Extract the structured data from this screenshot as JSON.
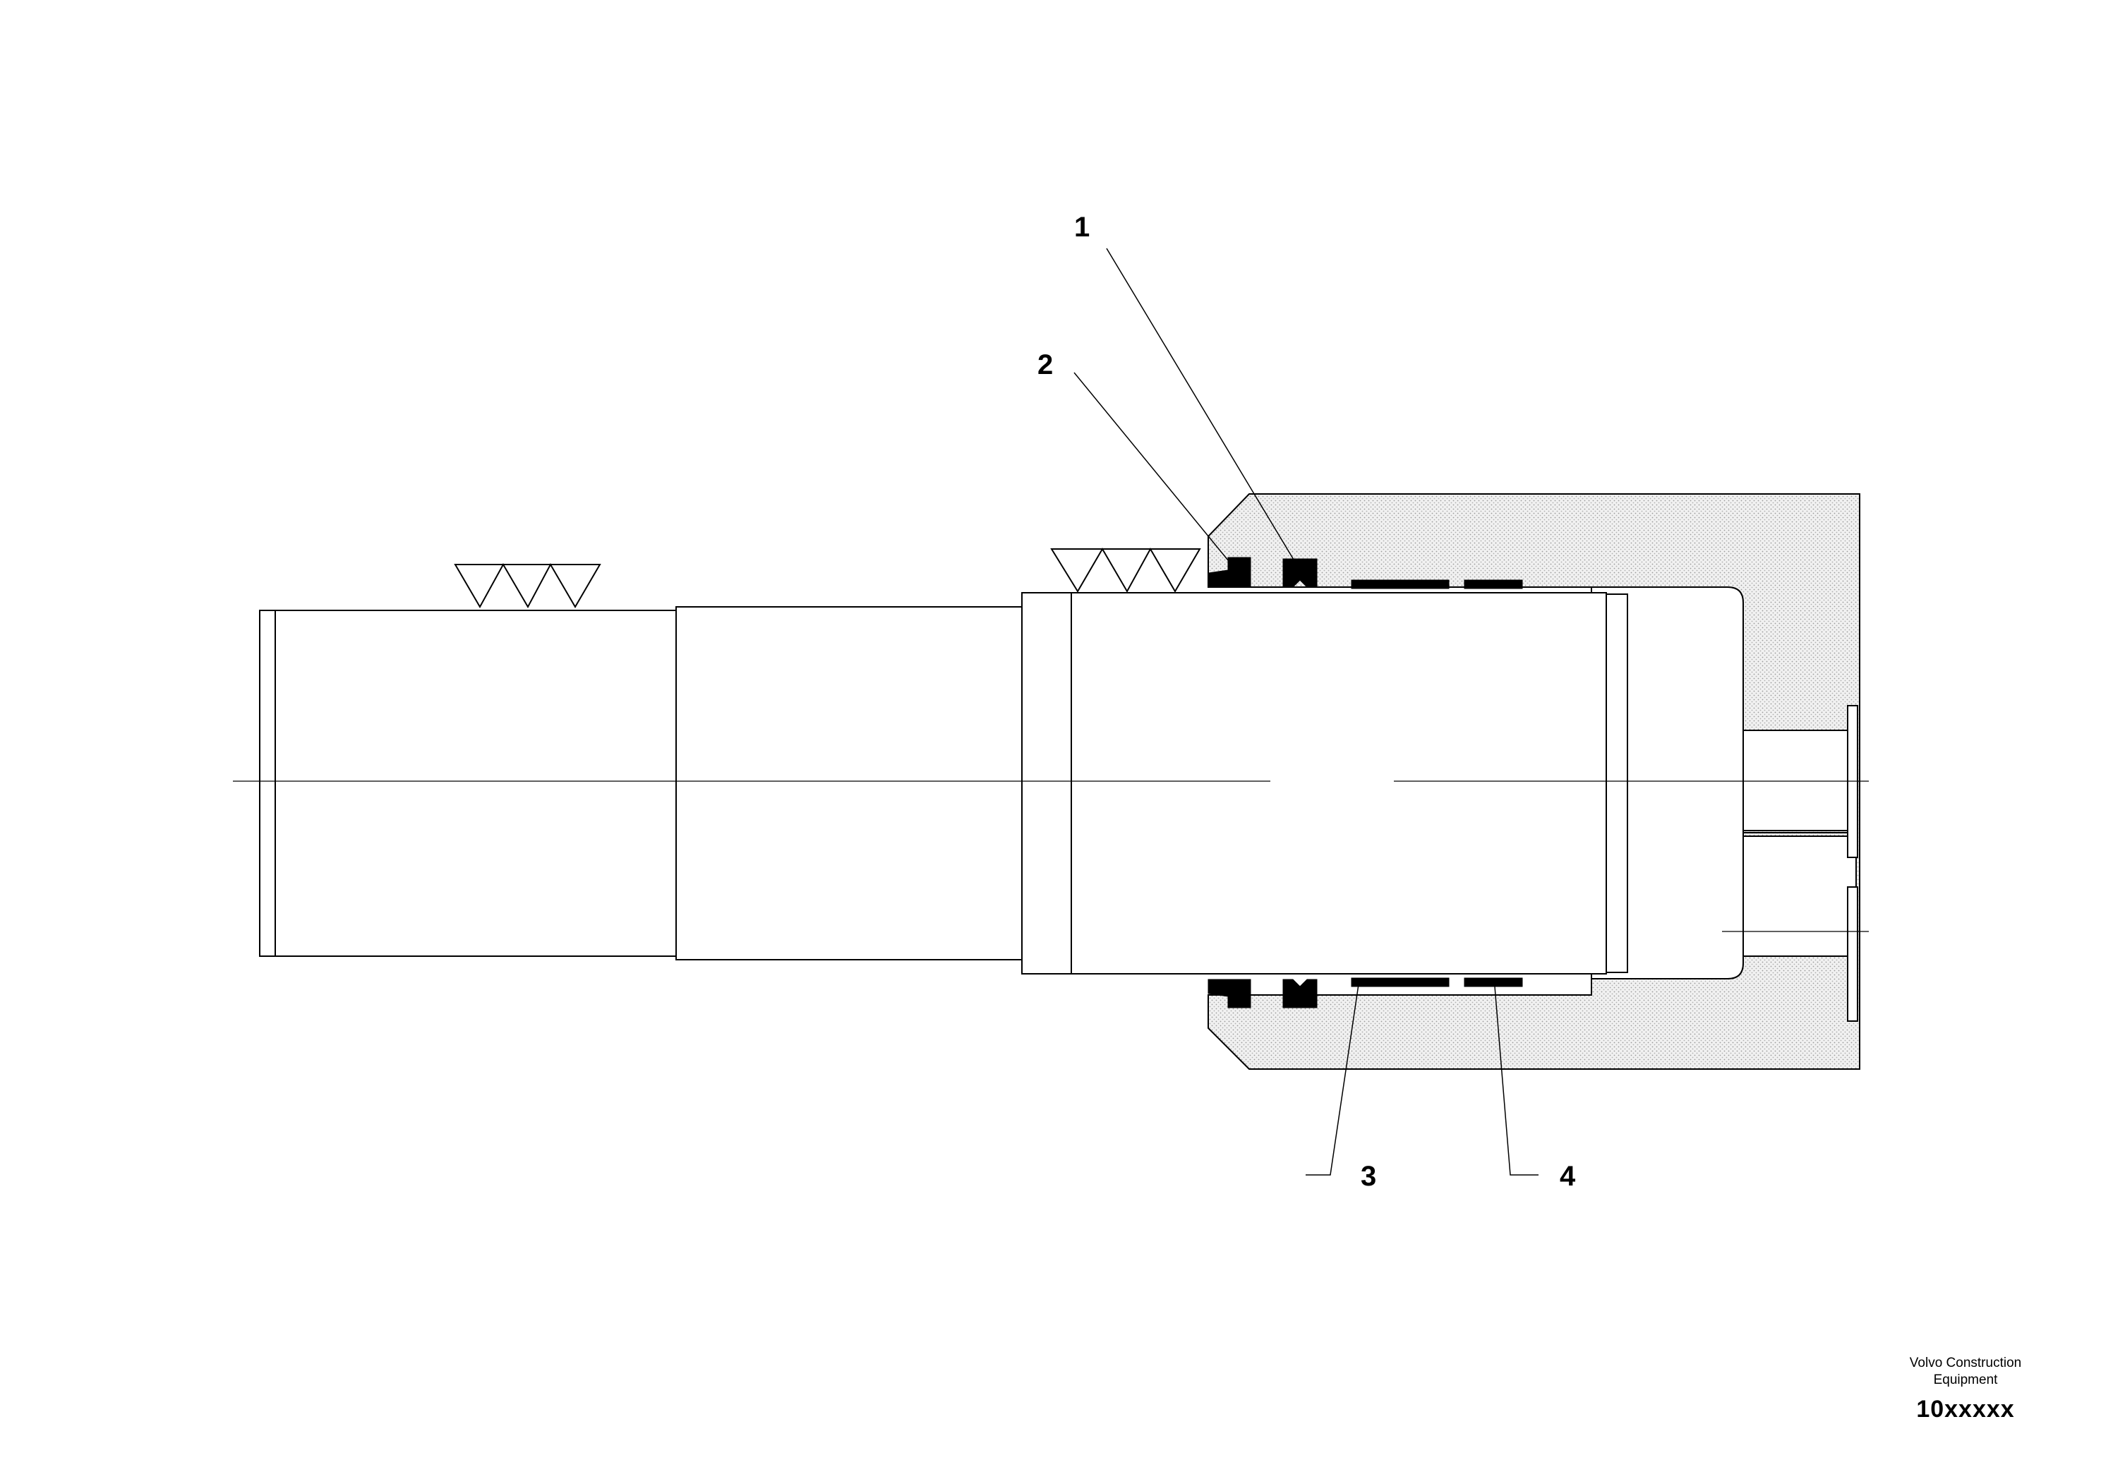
{
  "callouts": [
    {
      "id": "1",
      "label": "1"
    },
    {
      "id": "2",
      "label": "2"
    },
    {
      "id": "3",
      "label": "3"
    },
    {
      "id": "4",
      "label": "4"
    }
  ],
  "footer": {
    "company_line1": "Volvo Construction",
    "company_line2": "Equipment",
    "code": "10xxxxx"
  },
  "colors": {
    "line": "#000000",
    "housing_fill": "#e4e4e4",
    "seal_fill": "#000000"
  }
}
